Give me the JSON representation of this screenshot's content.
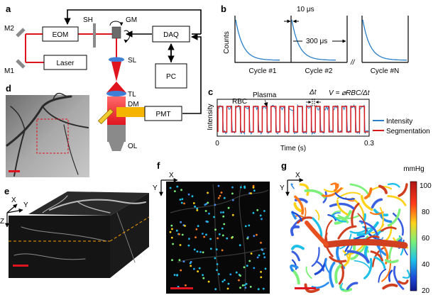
{
  "panels": {
    "a": {
      "letter": "a",
      "labels": {
        "m2": "M2",
        "m1": "M1",
        "eom": "EOM",
        "laser": "Laser",
        "sh": "SH",
        "gm": "GM",
        "daq": "DAQ",
        "sl": "SL",
        "pc": "PC",
        "tl": "TL",
        "dm": "DM",
        "pmt": "PMT",
        "ol": "OL"
      },
      "colors": {
        "beam": "#e0141e",
        "fluorescence": "#f5b400",
        "lens": "#3f7fd6"
      }
    },
    "b": {
      "letter": "b",
      "ylabel": "Counts",
      "cycles": [
        "Cycle #1",
        "Cycle #2",
        "Cycle #N"
      ],
      "annot_short": "10 μs",
      "annot_long": "300 μs",
      "break_mark": "//"
    },
    "c": {
      "letter": "c",
      "ylabel": "Intensity",
      "xlabel": "Time (s)",
      "x_ticks": [
        "0",
        "0.3"
      ],
      "annot_rbc": "RBC",
      "annot_plasma": "Plasma",
      "annot_dt": "Δt",
      "formula": "V = ⌀RBC/Δt",
      "legend": [
        "Intensity",
        "Segmentation"
      ]
    },
    "d": {
      "letter": "d"
    },
    "e": {
      "letter": "e",
      "axes": [
        "X",
        "Y",
        "Z"
      ]
    },
    "f": {
      "letter": "f",
      "axes": [
        "X",
        "Y"
      ]
    },
    "g": {
      "letter": "g",
      "axes": [
        "X",
        "Y"
      ],
      "colorbar_unit": "mmHg",
      "colorbar_ticks": [
        "100",
        "80",
        "60",
        "40",
        "20"
      ]
    }
  },
  "chart_data": [
    {
      "type": "line",
      "panel": "b",
      "title": "",
      "xlabel": "",
      "ylabel": "Counts",
      "categories": [
        "Cycle #1",
        "Cycle #2",
        "Cycle #N"
      ],
      "series": [
        {
          "values": [
            1.0,
            0.45,
            0.25,
            0.15,
            0.1,
            0.07,
            0.05,
            0.04
          ]
        }
      ]
    },
    {
      "type": "line",
      "panel": "c",
      "xlabel": "Time (s)",
      "ylabel": "Intensity",
      "xlim": [
        0,
        0.3
      ],
      "series": [
        {
          "name": "Intensity",
          "color": "#2a7fc9"
        },
        {
          "name": "Segmentation",
          "color": "#d7191c"
        }
      ]
    }
  ]
}
